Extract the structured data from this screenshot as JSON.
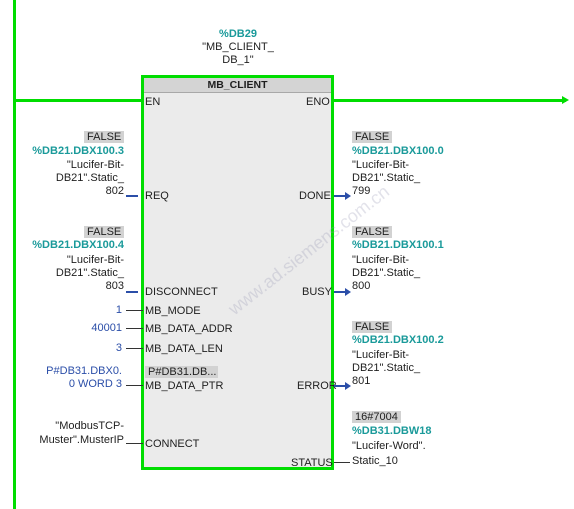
{
  "block": {
    "db_address": "%DB29",
    "db_name_line1": "\"MB_CLIENT_",
    "db_name_line2": "DB_1\"",
    "title": "MB_CLIENT",
    "en": "EN",
    "eno": "ENO"
  },
  "inputs": {
    "req": {
      "status": "FALSE",
      "address": "%DB21.DBX100.3",
      "sym1": "\"Lucifer-Bit-",
      "sym2": "DB21\".Static_",
      "sym3": "802",
      "pin": "REQ"
    },
    "disconnect": {
      "status": "FALSE",
      "address": "%DB21.DBX100.4",
      "sym1": "\"Lucifer-Bit-",
      "sym2": "DB21\".Static_",
      "sym3": "803",
      "pin": "DISCONNECT"
    },
    "mb_mode": {
      "value": "1",
      "pin": "MB_MODE"
    },
    "mb_data_addr": {
      "value": "40001",
      "pin": "MB_DATA_ADDR"
    },
    "mb_data_len": {
      "value": "3",
      "pin": "MB_DATA_LEN"
    },
    "mb_data_ptr": {
      "value1": "P#DB31.DBX0.",
      "value2": "0 WORD 3",
      "inner": "P#DB31.DB...",
      "pin": "MB_DATA_PTR"
    },
    "connect": {
      "value1": "\"ModbusTCP-",
      "value2": "Muster\".MusterIP",
      "pin": "CONNECT"
    }
  },
  "outputs": {
    "done": {
      "status": "FALSE",
      "address": "%DB21.DBX100.0",
      "sym1": "\"Lucifer-Bit-",
      "sym2": "DB21\".Static_",
      "sym3": "799",
      "pin": "DONE"
    },
    "busy": {
      "status": "FALSE",
      "address": "%DB21.DBX100.1",
      "sym1": "\"Lucifer-Bit-",
      "sym2": "DB21\".Static_",
      "sym3": "800",
      "pin": "BUSY"
    },
    "error": {
      "status": "FALSE",
      "address": "%DB21.DBX100.2",
      "sym1": "\"Lucifer-Bit-",
      "sym2": "DB21\".Static_",
      "sym3": "801",
      "pin": "ERROR"
    },
    "status": {
      "status": "16#7004",
      "address": "%DB31.DBW18",
      "sym1": "\"Lucifer-Word\".",
      "sym2": "Static_10",
      "pin": "STATUS"
    }
  },
  "colors": {
    "power": "#00dd00",
    "address": "#1a9a9a",
    "constant": "#2b4ea8"
  }
}
